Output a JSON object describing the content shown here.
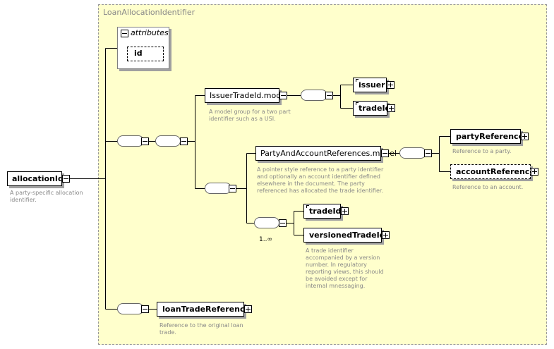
{
  "type_name": "LoanAllocationIdentifier",
  "attributes": {
    "title": "attributes",
    "items": [
      "id"
    ]
  },
  "root": {
    "name": "allocationId",
    "annotation": "A party-specific allocation identifier."
  },
  "issuer_model": {
    "name": "IssuerTradeId.model",
    "annotation": "A model group for a two part identifier such as a USI."
  },
  "issuer_children": [
    {
      "name": "issuer"
    },
    {
      "name": "tradeId"
    }
  ],
  "party_model": {
    "name": "PartyAndAccountReferences.model",
    "annotation": "A pointer style reference to a party identifier and optionally an account identifier defined elsewhere in the document. The party referenced has allocated the trade identifier."
  },
  "party_children": [
    {
      "name": "partyReference",
      "annotation": "Reference to a party."
    },
    {
      "name": "accountReference",
      "annotation": "Reference to an account."
    }
  ],
  "choice_cardinality": "1..∞",
  "choice_children": [
    {
      "name": "tradeId"
    },
    {
      "name": "versionedTradeId",
      "annotation": "A trade identifier accompanied by a version number. In regulatory reporting views, this should be avoided except for internal mnessaging."
    }
  ],
  "loan_trade_reference": {
    "name": "loanTradeReference",
    "annotation": "Reference to the original loan trade."
  }
}
